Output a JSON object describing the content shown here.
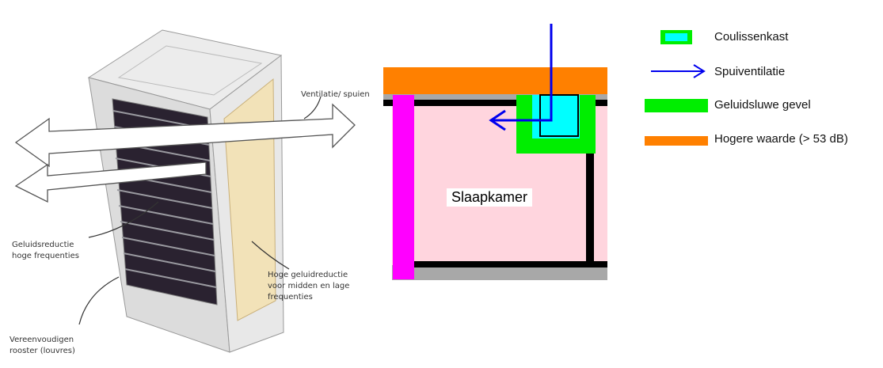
{
  "illustration": {
    "annotations": {
      "ventilation": "Ventilatie/ spuien",
      "high_freq_1": "Geluidsreductie",
      "high_freq_2": "hoge frequenties",
      "mid_low_1": "Hoge geluidreductie",
      "mid_low_2": "voor midden en lage",
      "mid_low_3": "frequenties",
      "louvres_1": "Vereenvoudigen",
      "louvres_2": "rooster (louvres)"
    }
  },
  "plan": {
    "room_label": "Slaapkamer",
    "colors": {
      "facade_high": "#ff8000",
      "quiet_facade": "#00ee00",
      "box": "#00ffff",
      "room_fill": "#ffd5de",
      "side_wall": "#ff00ff",
      "wall": "#000000",
      "arrow": "#0000ee"
    }
  },
  "legend": {
    "items": [
      {
        "label": "Coulissenkast",
        "symbol": "green-box-cyan-fill"
      },
      {
        "label": "Spuiventilatie",
        "symbol": "blue-arrow"
      },
      {
        "label": "Geluidsluwe gevel",
        "symbol": "green-bar"
      },
      {
        "label": "Hogere waarde (> 53 dB)",
        "symbol": "orange-bar"
      }
    ]
  }
}
